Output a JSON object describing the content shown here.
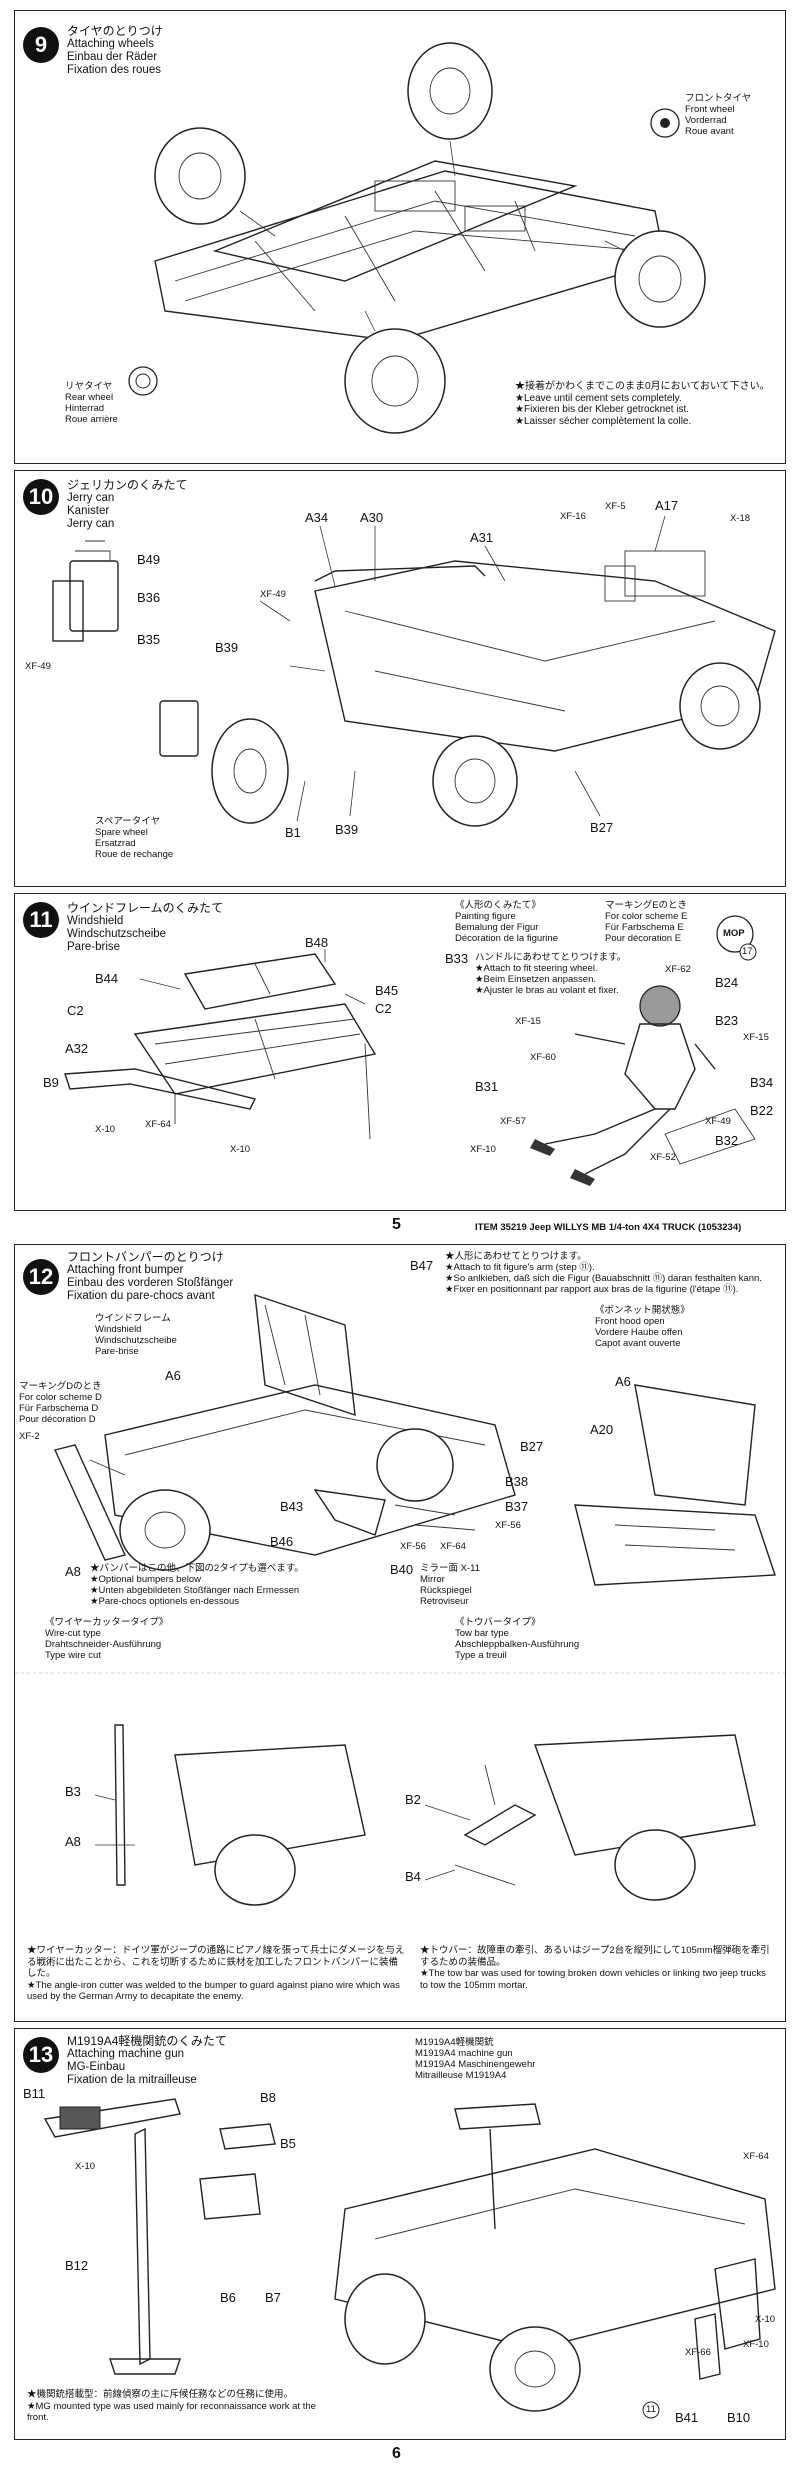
{
  "page5": {
    "number": "5",
    "footer": "ITEM 35219  Jeep WILLYS MB 1/4-ton 4X4 TRUCK (1053234)"
  },
  "page6": {
    "number": "6"
  },
  "step9": {
    "num": "9",
    "title_jp": "タイヤのとりつけ",
    "title_en": "Attaching wheels",
    "title_de": "Einbau der Räder",
    "title_fr": "Fixation des roues",
    "front_jp": "フロントタイヤ",
    "front_en": "Front wheel",
    "front_de": "Vorderrad",
    "front_fr": "Roue avant",
    "rear_jp": "リヤタイヤ",
    "rear_en": "Rear wheel",
    "rear_de": "Hinterrad",
    "rear_fr": "Roue arrière",
    "note_jp": "★接着がかわくまでこのまま0月においておいて下さい。",
    "note_en": "★Leave until cement sets completely.",
    "note_de": "★Fixieren bis der Kleber getrocknet ist.",
    "note_fr": "★Laisser sécher complètement la colle."
  },
  "step10": {
    "num": "10",
    "title_jp": "ジェリカンのくみたて",
    "title_en": "Jerry can",
    "title_de": "Kanister",
    "title_fr": "Jerry can",
    "parts": {
      "b49": "B49",
      "b36": "B36",
      "b35": "B35",
      "xf49a": "XF-49",
      "a34": "A34",
      "a30": "A30",
      "a31": "A31",
      "a17": "A17",
      "xf16": "XF-16",
      "xf5": "XF-5",
      "x18": "X-18",
      "xf49b": "XF-49",
      "b39a": "B39",
      "b1": "B1",
      "b39b": "B39",
      "b27": "B27"
    },
    "spare_jp": "スペアータイヤ",
    "spare_en": "Spare wheel",
    "spare_de": "Ersatzrad",
    "spare_fr": "Roue de rechange"
  },
  "step11": {
    "num": "11",
    "title_jp": "ウインドフレームのくみたて",
    "title_en": "Windshield",
    "title_de": "Windschutzscheibe",
    "title_fr": "Pare-brise",
    "parts": {
      "b44": "B44",
      "b48": "B48",
      "c2a": "C2",
      "b45": "B45",
      "c2b": "C2",
      "a32": "A32",
      "b9": "B9",
      "x10a": "X-10",
      "xf64": "XF-64",
      "x10b": "X-10"
    },
    "fig_jp": "《人形のくみたて》",
    "fig_en": "Painting figure",
    "fig_de": "Bemalung der Figur",
    "fig_fr": "Décoration de la figurine",
    "mark_jp": "マーキングEのとき",
    "mark_en": "For color scheme E",
    "mark_de": "Für Farbschema E",
    "mark_fr": "Pour décoration E",
    "b33": "B33",
    "b33_jp": "ハンドルにあわせてとりつけます。",
    "b33_en": "★Attach to fit steering wheel.",
    "b33_de": "★Beim Einsetzen anpassen.",
    "b33_fr": "★Ajuster le bras au volant et fixer.",
    "mop": "MOP",
    "ref": "17",
    "fparts": {
      "xf62": "XF-62",
      "b24": "B24",
      "xf15a": "XF-15",
      "b23": "B23",
      "xf15b": "XF-15",
      "xf60": "XF-60",
      "b31": "B31",
      "b34": "B34",
      "xf57": "XF-57",
      "xf49": "XF-49",
      "b22": "B22",
      "b32": "B32",
      "xf10": "XF-10",
      "xf52": "XF-52"
    }
  },
  "step12": {
    "num": "12",
    "title_jp": "フロントバンパーのとりつけ",
    "title_en": "Attaching front bumper",
    "title_de": "Einbau des vorderen Stoßfänger",
    "title_fr": "Fixation du pare-chocs avant",
    "wind_jp": "ウインドフレーム",
    "wind_en": "Windshield",
    "wind_de": "Windschutzscheibe",
    "wind_fr": "Pare-brise",
    "markd_jp": "マーキングDのとき",
    "markd_en": "For color scheme D",
    "markd_de": "Für Farbschema D",
    "markd_fr": "Pour décoration D",
    "parts": {
      "b47": "B47",
      "a6a": "A6",
      "xf2": "XF-2",
      "b27": "B27",
      "b38": "B38",
      "b37": "B37",
      "xf56a": "XF-56",
      "b43": "B43",
      "b46": "B46",
      "xf56b": "XF-56",
      "xf64": "XF-64",
      "b40": "B40",
      "a8": "A8"
    },
    "b47_jp": "★人形にあわせてとりつけます。",
    "b47_en": "★Attach to fit figure's arm (step ⑪).",
    "b47_de": "★So anlkieben, daß sich die Figur (Bauabschnitt ⑪) daran festhalten kann.",
    "b47_fr": "★Fixer en positionnant par rapport aux bras de la figurine (l'étape ⑪).",
    "hood_jp": "《ボンネット開状態》",
    "hood_en": "Front hood open",
    "hood_de": "Vordere Haube offen",
    "hood_fr": "Capot avant ouverte",
    "hood_a6": "A6",
    "hood_a20": "A20",
    "mirror_jp": "ミラー面 X-11",
    "mirror_en": "Mirror",
    "mirror_de": "Rückspiegel",
    "mirror_fr": "Retroviseur",
    "bump_jp": "★バンパーはこの他、下図の2タイプも選べます。",
    "bump_en": "★Optional bumpers below",
    "bump_de": "★Unten abgebildeten Stoßfänger nach Ermessen",
    "bump_fr": "★Pare-chocs optionels en-dessous",
    "wire_jp": "《ワイヤーカッタータイプ》",
    "wire_en": "Wire-cut type",
    "wire_de": "Drahtschneider-Ausführung",
    "wire_fr": "Type wire cut",
    "wire_b3": "B3",
    "wire_a8": "A8",
    "tow_jp": "《トウバータイプ》",
    "tow_en": "Tow bar type",
    "tow_de": "Abschleppbalken-Ausführung",
    "tow_fr": "Type a treuil",
    "tow_b2": "B2",
    "tow_b4": "B4",
    "wire_note_jp": "★ワイヤーカッター：ドイツ軍がジープの通路にピアノ線を張って兵士にダメージを与える戦術に出たことから、これを切断するために鉄材を加工したフロントバンパーに装備した。",
    "wire_note_en": "★The angle-iron cutter was welded to the bumper to guard against piano wire which was used by the German Army to decapitate the enemy.",
    "tow_note_jp": "★トウバー：故障車の牽引、あるいはジープ2台を縦列にして105mm榴弾砲を牽引するための装備品。",
    "tow_note_en": "★The tow bar was used for towing broken down vehicles or linking two jeep trucks to tow the 105mm mortar."
  },
  "step13": {
    "num": "13",
    "title_jp": "M1919A4軽機関銃のくみたて",
    "title_en": "Attaching machine gun",
    "title_de": "MG-Einbau",
    "title_fr": "Fixation de la mitrailleuse",
    "parts": {
      "b11": "B11",
      "b8": "B8",
      "b5": "B5",
      "x10": "X-10",
      "b12": "B12",
      "b6": "B6",
      "b7": "B7",
      "xf64": "XF-64",
      "x10b": "X-10",
      "xf10": "XF-10",
      "xf66": "XF-66",
      "b41": "B41",
      "b10": "B10",
      "ref": "11"
    },
    "gun_jp": "M1919A4軽機関銃",
    "gun_en": "M1919A4 machine gun",
    "gun_de": "M1919A4 Maschinengewehr",
    "gun_fr": "Mitrailleuse M1919A4",
    "mg_note_jp": "★機関銃搭載型：前線偵察の主に斥候任務などの任務に使用。",
    "mg_note_en": "★MG mounted type was used mainly for reconnaissance work at the front."
  }
}
